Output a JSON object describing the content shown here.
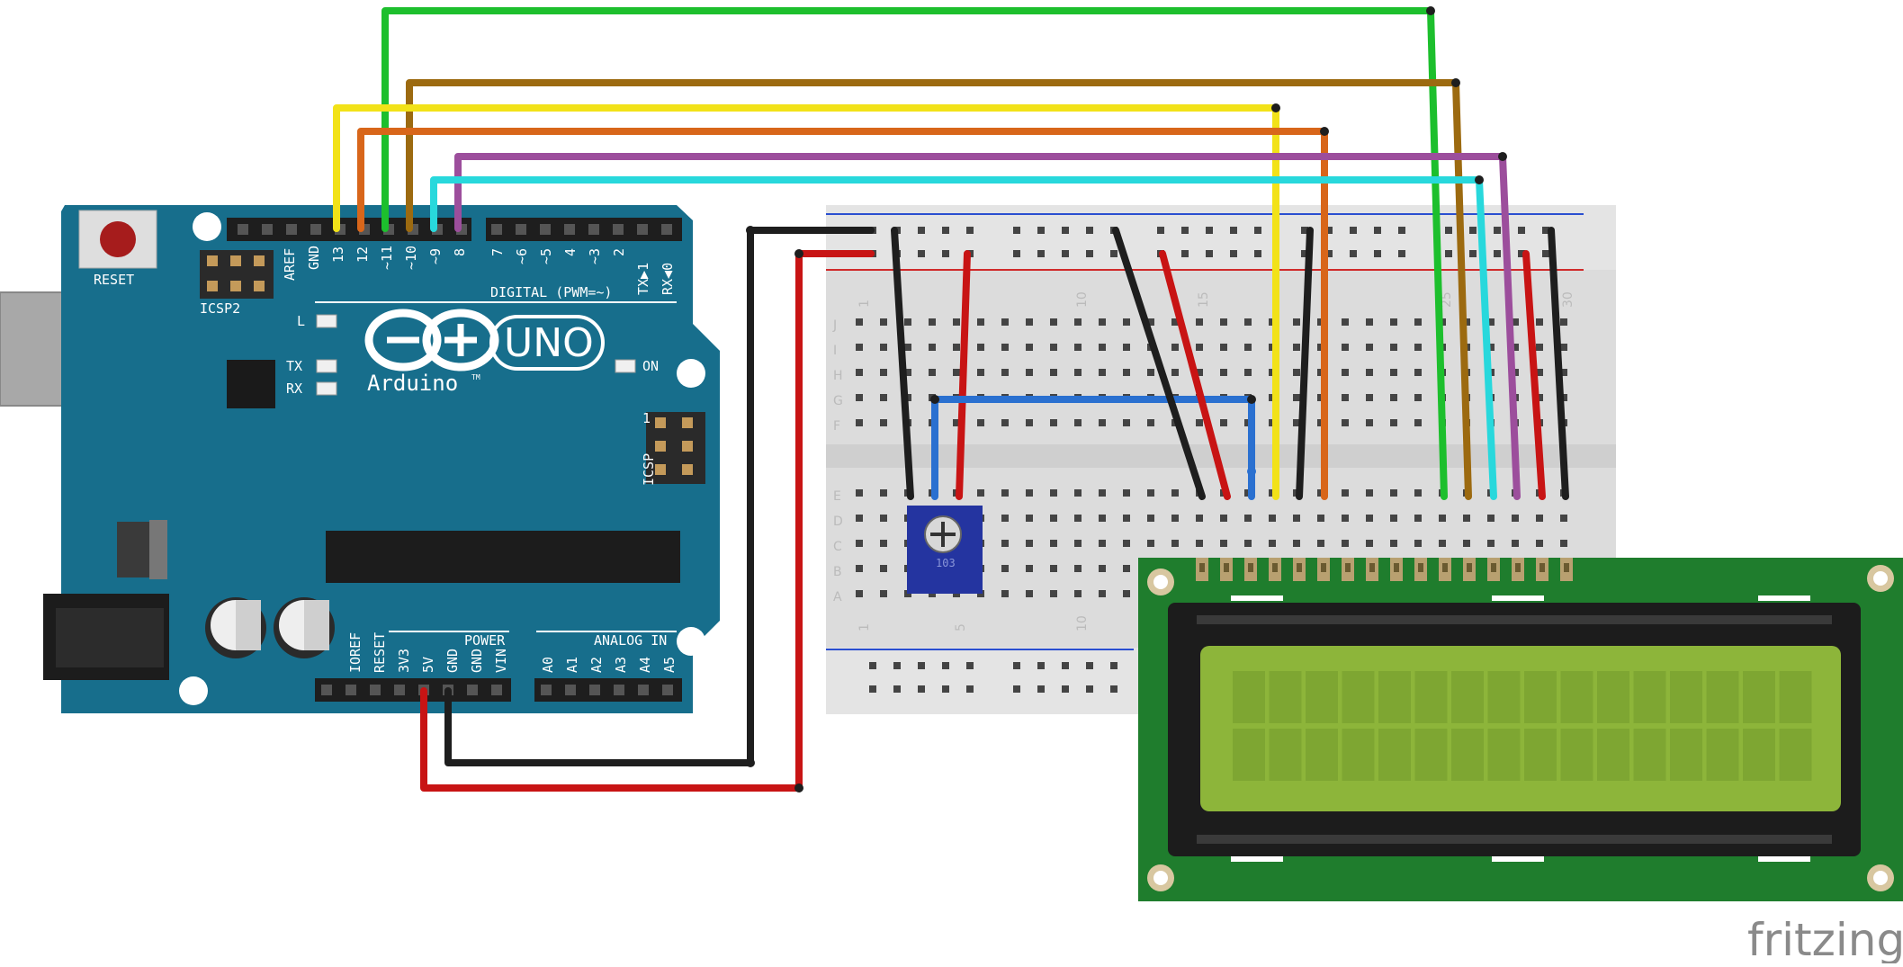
{
  "arduino": {
    "reset": "RESET",
    "icsp2": "ICSP2",
    "icsp": "ICSP",
    "aref": "AREF",
    "gnd": "GND",
    "d13": "13",
    "d12": "12",
    "d11": "~11",
    "d10": "~10",
    "d9": "~9",
    "d8": "8",
    "d7": "7",
    "d6": "~6",
    "d5": "~5",
    "d4": "4",
    "d3": "~3",
    "d2": "2",
    "tx1": "TX▶1",
    "rx0": "RX◀0",
    "digital": "DIGITAL (PWM=~)",
    "led_l": "L",
    "led_tx": "TX",
    "led_rx": "RX",
    "uno": "UNO",
    "brand": "Arduino",
    "tm": "TM",
    "on": "ON",
    "icsp_pin1": "1",
    "ioref": "IOREF",
    "reset_pin": "RESET",
    "v33": "3V3",
    "v5": "5V",
    "gnd1": "GND",
    "gnd2": "GND",
    "vin": "VIN",
    "power": "POWER",
    "analog_in": "ANALOG IN",
    "a0": "A0",
    "a1": "A1",
    "a2": "A2",
    "a3": "A3",
    "a4": "A4",
    "a5": "A5"
  },
  "breadboard": {
    "row_j": "J",
    "row_i": "I",
    "row_h": "H",
    "row_g": "G",
    "row_f": "F",
    "row_e": "E",
    "row_d": "D",
    "row_c": "C",
    "row_b": "B",
    "row_a": "A",
    "col_1": "1",
    "col_5": "5",
    "col_10": "10",
    "col_15": "15",
    "col_25": "25",
    "col_30": "30"
  },
  "potentiometer": {
    "marking": "103"
  },
  "watermark": "fritzing",
  "colors": {
    "arduino_board": "#176e8c",
    "breadboard": "#dcdcdc",
    "lcd_pcb": "#1f7d2d",
    "lcd_screen": "#8db53a",
    "wire_yellow": "#f2e218",
    "wire_orange": "#d8661a",
    "wire_green": "#1dbf2d",
    "wire_brown": "#9c6a10",
    "wire_purple": "#9c4e9c",
    "wire_cyan": "#28d8dc",
    "wire_red": "#c81414",
    "wire_black": "#1e1e1e",
    "wire_blue": "#2a70d0"
  }
}
